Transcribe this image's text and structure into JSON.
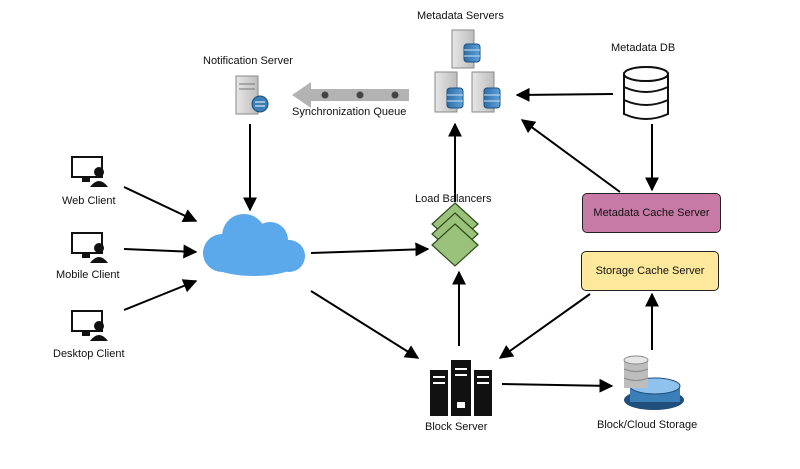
{
  "metadata_servers": {
    "label": "Metadata Servers"
  },
  "metadata_db": {
    "label": "Metadata DB"
  },
  "notification_server": {
    "label": "Notification Server"
  },
  "sync_queue": {
    "label": "Synchronization Queue"
  },
  "clients": [
    {
      "label": "Web Client"
    },
    {
      "label": "Mobile Client"
    },
    {
      "label": "Desktop Client"
    }
  ],
  "load_balancers": {
    "label": "Load Balancers"
  },
  "metadata_cache": {
    "label": "Metadata Cache Server",
    "color": "#c77aa6"
  },
  "storage_cache": {
    "label": "Storage Cache Server",
    "color": "#fde89b"
  },
  "block_server": {
    "label": "Block  Server"
  },
  "block_storage": {
    "label": "Block/Cloud Storage"
  },
  "colors": {
    "cloud": "#5ba8ea",
    "load_balancer": "#9bc27a",
    "queue_arrow": "#b3b3b3",
    "server_blue": "#3c7fb8"
  }
}
